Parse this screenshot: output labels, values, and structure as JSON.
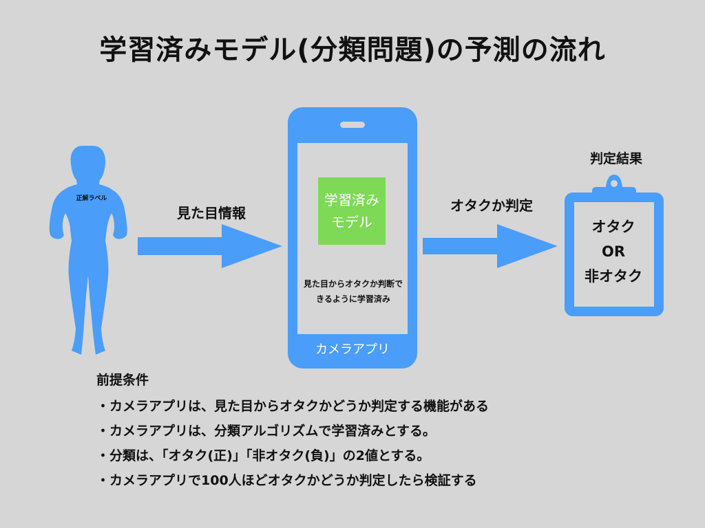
{
  "title": "学習済みモデル(分類問題)の予測の流れ",
  "person": {
    "label": "正解ラベル",
    "icon": "woman-silhouette-icon"
  },
  "arrow_left_label": "見た目情報",
  "phone": {
    "model_box": {
      "line1": "学習済み",
      "line2": "モデル"
    },
    "description": "見た目からオタクか判断できるように学習済み",
    "app_label": "カメラアプリ"
  },
  "arrow_right_label": "オタクか判定",
  "result": {
    "title": "判定結果",
    "line1": "オタク",
    "line2": "OR",
    "line3": "非オタク"
  },
  "conditions": {
    "title": "前提条件",
    "items": [
      "・カメラアプリは、見た目からオタクかどうか判定する機能がある",
      "・カメラアプリは、分類アルゴリズムで学習済みとする。",
      "・分類は、「オタク(正)」「非オタク(負)」の2値とする。",
      "・カメラアプリで100人ほどオタクかどうか判定したら検証する"
    ]
  },
  "colors": {
    "accent": "#4a9df8",
    "model": "#7ed957",
    "background": "#d6d6d6"
  }
}
